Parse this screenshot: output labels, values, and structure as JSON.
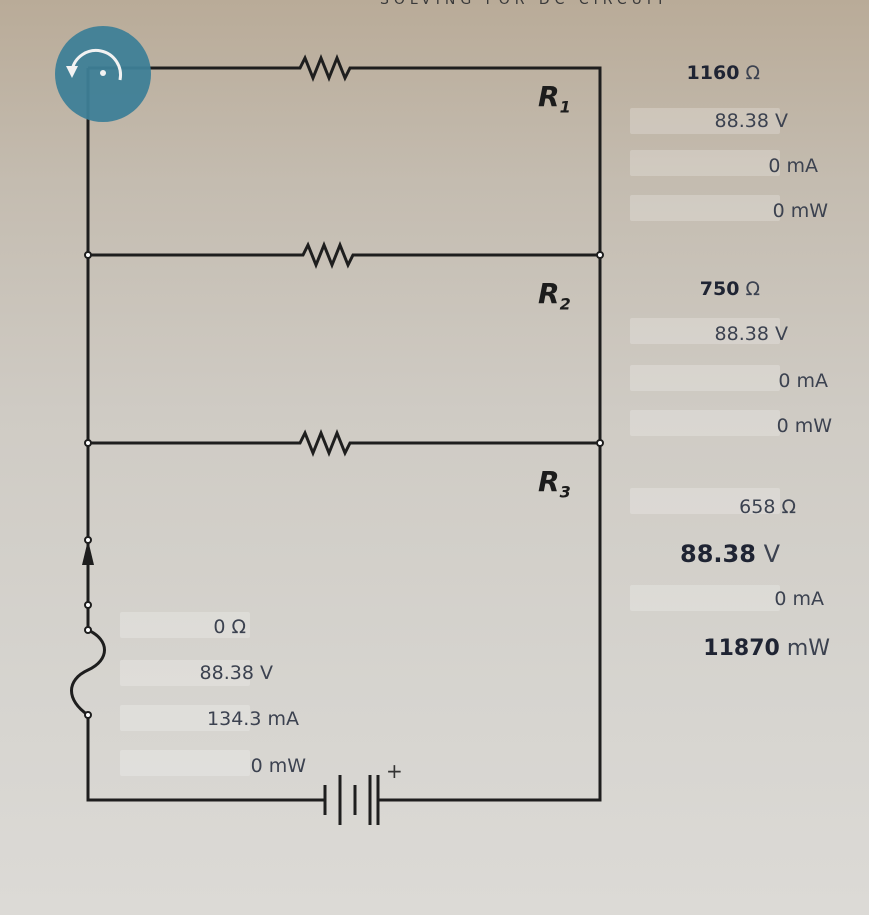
{
  "header": "SOLVING FOR DC CIRCUIT",
  "colors": {
    "reset_button": "#3e7f97",
    "wire": "#1e1e1e"
  },
  "icons": {
    "reset": "rotate-ccw-icon"
  },
  "resistors": [
    {
      "label": "R",
      "sub": "1",
      "resistance": "1160",
      "r_unit": "Ω",
      "voltage": "88.38",
      "v_unit": "V",
      "current": "0",
      "i_unit": "mA",
      "power": "0",
      "p_unit": "mW"
    },
    {
      "label": "R",
      "sub": "2",
      "resistance": "750",
      "r_unit": "Ω",
      "voltage": "88.38",
      "v_unit": "V",
      "current": "0",
      "i_unit": "mA",
      "power": "0",
      "p_unit": "mW"
    },
    {
      "label": "R",
      "sub": "3",
      "resistance": "658",
      "r_unit": "Ω",
      "voltage": "88.38",
      "v_unit": "V",
      "current": "0",
      "i_unit": "mA",
      "power": "11870",
      "p_unit": "mW"
    }
  ],
  "source": {
    "resistance": "0",
    "r_unit": "Ω",
    "voltage": "88.38",
    "v_unit": "V",
    "current": "134.3",
    "i_unit": "mA",
    "power": "0",
    "p_unit": "mW",
    "battery_polarity": "+"
  }
}
